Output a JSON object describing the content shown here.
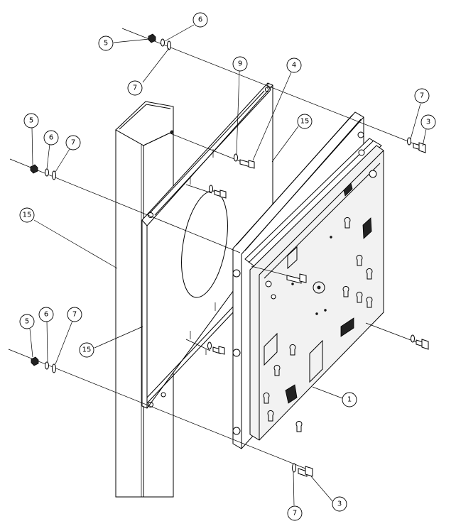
{
  "balloons": [
    {
      "id": "b-6-top",
      "label": "6"
    },
    {
      "id": "b-5-top",
      "label": "5"
    },
    {
      "id": "b-7-top",
      "label": "7"
    },
    {
      "id": "b-9",
      "label": "9"
    },
    {
      "id": "b-4",
      "label": "4"
    },
    {
      "id": "b-15-top",
      "label": "15"
    },
    {
      "id": "b-7-right",
      "label": "7"
    },
    {
      "id": "b-3-right",
      "label": "3"
    },
    {
      "id": "b-5-mid",
      "label": "5"
    },
    {
      "id": "b-6-mid",
      "label": "6"
    },
    {
      "id": "b-7-mid",
      "label": "7"
    },
    {
      "id": "b-15-left",
      "label": "15"
    },
    {
      "id": "b-5-low",
      "label": "5"
    },
    {
      "id": "b-6-low",
      "label": "6"
    },
    {
      "id": "b-7-low",
      "label": "7"
    },
    {
      "id": "b-15-low",
      "label": "15"
    },
    {
      "id": "b-1",
      "label": "1"
    },
    {
      "id": "b-7-bottom",
      "label": "7"
    },
    {
      "id": "b-3-bottom",
      "label": "3"
    }
  ]
}
